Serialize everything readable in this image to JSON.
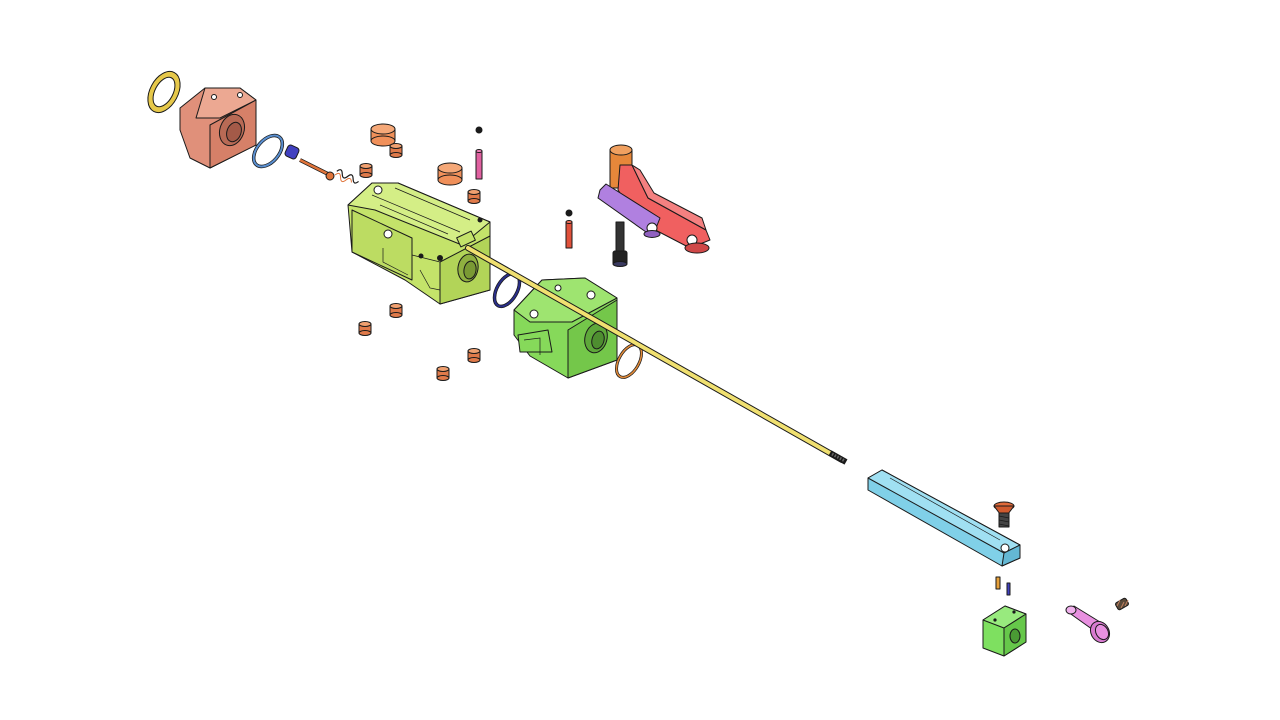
{
  "view": {
    "background": "#ffffff",
    "style": "isometric exploded assembly, shaded with black outlines"
  },
  "parts": [
    {
      "name": "retainer-ring",
      "color": "#e6c84a"
    },
    {
      "name": "end-cap-block",
      "color": "#e0907a"
    },
    {
      "name": "o-ring-blue",
      "color": "#5a8fd0"
    },
    {
      "name": "spring-plunger",
      "color": "#e0743a"
    },
    {
      "name": "main-valve-body",
      "color": "#c4e36a"
    },
    {
      "name": "secondary-valve-body",
      "color": "#86d95a"
    },
    {
      "name": "o-ring-navy",
      "color": "#2a2f8a"
    },
    {
      "name": "o-ring-orange",
      "color": "#e08a3a"
    },
    {
      "name": "actuator-rod",
      "color": "#f0e070"
    },
    {
      "name": "lever-arm",
      "color": "#f06060"
    },
    {
      "name": "link-bar",
      "color": "#b080e0"
    },
    {
      "name": "socket-head-screw",
      "color": "#222222"
    },
    {
      "name": "guide-bar",
      "color": "#80d0e8"
    },
    {
      "name": "countersunk-screw",
      "color": "#e06a3a"
    },
    {
      "name": "end-block",
      "color": "#7ee060"
    },
    {
      "name": "guide-pin",
      "color": "#e890e0"
    },
    {
      "name": "set-screw",
      "color": "#c08060"
    },
    {
      "name": "dowel-pins",
      "color": "#e07a4a"
    },
    {
      "name": "plug-caps",
      "color": "#f0905a"
    }
  ]
}
